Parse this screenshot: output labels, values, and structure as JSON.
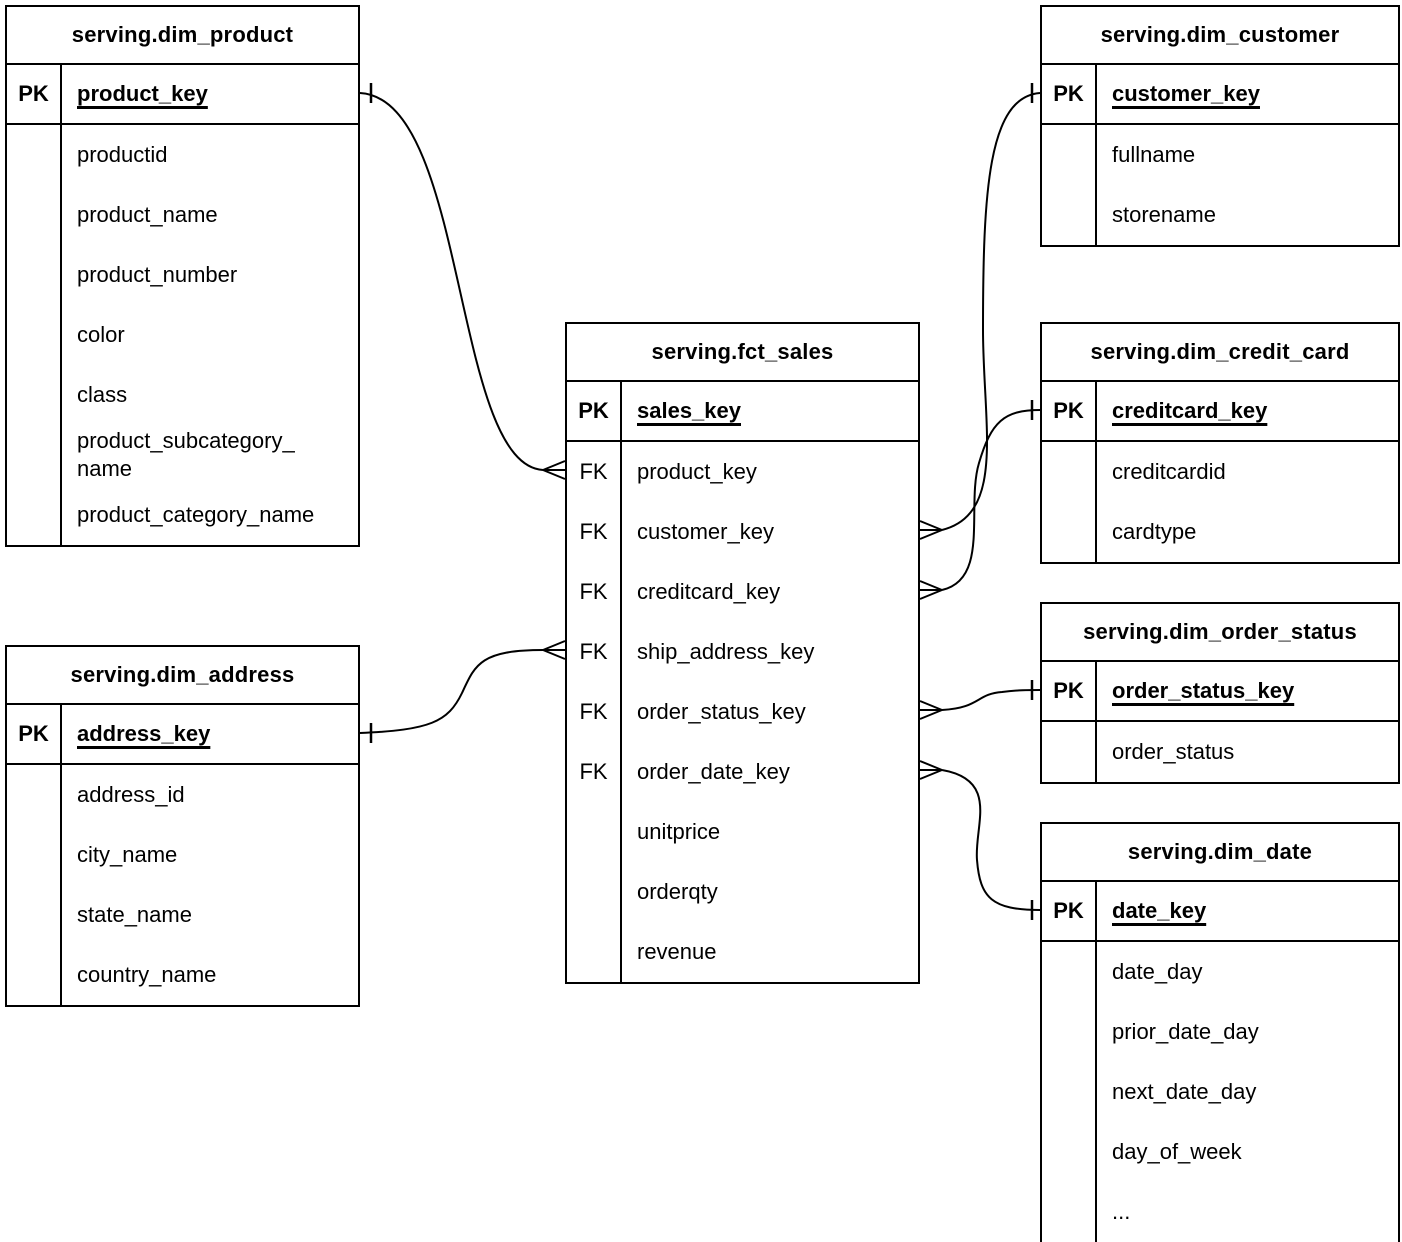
{
  "diagram": {
    "type": "entity-relationship",
    "notation": "crows-foot",
    "colors": {
      "line": "#000000",
      "text": "#000000",
      "background": "#ffffff"
    },
    "tables": [
      {
        "id": "dim_product",
        "title": "serving.dim_product",
        "pk": {
          "tag": "PK",
          "field": "product_key"
        },
        "fields": [
          {
            "tag": "",
            "name": "productid"
          },
          {
            "tag": "",
            "name": "product_name"
          },
          {
            "tag": "",
            "name": "product_number"
          },
          {
            "tag": "",
            "name": "color"
          },
          {
            "tag": "",
            "name": "class"
          },
          {
            "tag": "",
            "name": "product_subcategory_name"
          },
          {
            "tag": "",
            "name": "product_category_name"
          }
        ]
      },
      {
        "id": "dim_address",
        "title": "serving.dim_address",
        "pk": {
          "tag": "PK",
          "field": "address_key"
        },
        "fields": [
          {
            "tag": "",
            "name": "address_id"
          },
          {
            "tag": "",
            "name": "city_name"
          },
          {
            "tag": "",
            "name": "state_name"
          },
          {
            "tag": "",
            "name": "country_name"
          }
        ]
      },
      {
        "id": "fct_sales",
        "title": "serving.fct_sales",
        "pk": {
          "tag": "PK",
          "field": "sales_key"
        },
        "fields": [
          {
            "tag": "FK",
            "name": "product_key"
          },
          {
            "tag": "FK",
            "name": "customer_key"
          },
          {
            "tag": "FK",
            "name": "creditcard_key"
          },
          {
            "tag": "FK",
            "name": "ship_address_key"
          },
          {
            "tag": "FK",
            "name": "order_status_key"
          },
          {
            "tag": "FK",
            "name": "order_date_key"
          },
          {
            "tag": "",
            "name": "unitprice"
          },
          {
            "tag": "",
            "name": "orderqty"
          },
          {
            "tag": "",
            "name": "revenue"
          }
        ]
      },
      {
        "id": "dim_customer",
        "title": "serving.dim_customer",
        "pk": {
          "tag": "PK",
          "field": "customer_key"
        },
        "fields": [
          {
            "tag": "",
            "name": "fullname"
          },
          {
            "tag": "",
            "name": "storename"
          }
        ]
      },
      {
        "id": "dim_credit_card",
        "title": "serving.dim_credit_card",
        "pk": {
          "tag": "PK",
          "field": "creditcard_key"
        },
        "fields": [
          {
            "tag": "",
            "name": "creditcardid"
          },
          {
            "tag": "",
            "name": "cardtype"
          }
        ]
      },
      {
        "id": "dim_order_status",
        "title": "serving.dim_order_status",
        "pk": {
          "tag": "PK",
          "field": "order_status_key"
        },
        "fields": [
          {
            "tag": "",
            "name": "order_status"
          }
        ]
      },
      {
        "id": "dim_date",
        "title": "serving.dim_date",
        "pk": {
          "tag": "PK",
          "field": "date_key"
        },
        "fields": [
          {
            "tag": "",
            "name": "date_day"
          },
          {
            "tag": "",
            "name": "prior_date_day"
          },
          {
            "tag": "",
            "name": "next_date_day"
          },
          {
            "tag": "",
            "name": "day_of_week"
          },
          {
            "tag": "",
            "name": "..."
          }
        ]
      }
    ],
    "relationships": [
      {
        "id": "product",
        "one": {
          "table": "serving.dim_product",
          "field": "product_key"
        },
        "many": {
          "table": "serving.fct_sales",
          "field": "product_key"
        }
      },
      {
        "id": "ship_address",
        "one": {
          "table": "serving.dim_address",
          "field": "address_key"
        },
        "many": {
          "table": "serving.fct_sales",
          "field": "ship_address_key"
        }
      },
      {
        "id": "customer",
        "one": {
          "table": "serving.dim_customer",
          "field": "customer_key"
        },
        "many": {
          "table": "serving.fct_sales",
          "field": "customer_key"
        }
      },
      {
        "id": "creditcard",
        "one": {
          "table": "serving.dim_credit_card",
          "field": "creditcard_key"
        },
        "many": {
          "table": "serving.fct_sales",
          "field": "creditcard_key"
        }
      },
      {
        "id": "order_status",
        "one": {
          "table": "serving.dim_order_status",
          "field": "order_status_key"
        },
        "many": {
          "table": "serving.fct_sales",
          "field": "order_status_key"
        }
      },
      {
        "id": "order_date",
        "one": {
          "table": "serving.dim_date",
          "field": "date_key"
        },
        "many": {
          "table": "serving.fct_sales",
          "field": "order_date_key"
        }
      }
    ]
  }
}
